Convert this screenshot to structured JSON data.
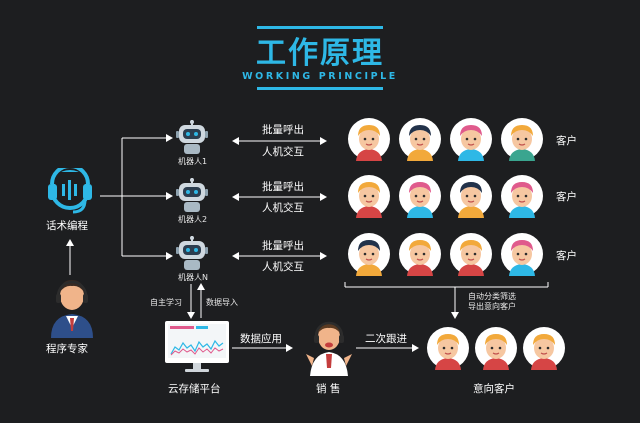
{
  "header": {
    "title": "工作原理",
    "subtitle": "WORKING PRINCIPLE"
  },
  "left": {
    "script_label": "话术编程",
    "expert_label": "程序专家"
  },
  "robots": [
    {
      "label": "机器人1"
    },
    {
      "label": "机器人2"
    },
    {
      "label": "机器人N"
    }
  ],
  "interaction": {
    "line1": "批量呼出",
    "line2": "人机交互"
  },
  "customers": {
    "label": "客户",
    "rows": [
      [
        "orange",
        "navy",
        "pink",
        "teal"
      ],
      [
        "orange",
        "pink",
        "navy",
        "pink"
      ],
      [
        "navy",
        "orange",
        "orange",
        "pink"
      ]
    ]
  },
  "classify": {
    "line1": "自动分类筛选",
    "line2": "导出意向客户"
  },
  "cloud": {
    "learn_label": "自主学习",
    "import_label": "数据导入",
    "platform_label": "云存储平台",
    "apply_label": "数据应用"
  },
  "sales": {
    "label": "销  售",
    "followup_label": "二次跟进"
  },
  "intent": {
    "label": "意向客户",
    "faces": [
      "orange",
      "orange",
      "orange"
    ]
  },
  "colors": {
    "accent": "#2eb8e6",
    "background": "#1d1e20",
    "line": "#ffffff"
  }
}
